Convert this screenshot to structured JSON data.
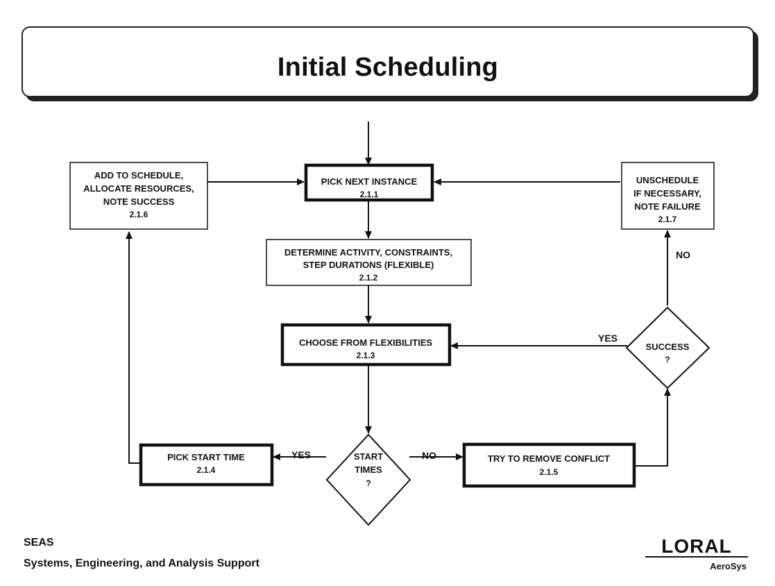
{
  "title": "Initial Scheduling",
  "footer": {
    "org": "SEAS",
    "subtitle": "Systems, Engineering, and Analysis Support",
    "logo_word": "LORAL",
    "logo_sub": "AeroSys"
  },
  "nodes": {
    "add_schedule": {
      "lines": [
        "ADD TO SCHEDULE,",
        "ALLOCATE RESOURCES,",
        "NOTE SUCCESS"
      ],
      "id": "2.1.6"
    },
    "pick_next": {
      "lines": [
        "PICK NEXT INSTANCE"
      ],
      "id": "2.1.1"
    },
    "unschedule": {
      "lines": [
        "UNSCHEDULE",
        "IF NECESSARY,",
        "NOTE FAILURE"
      ],
      "id": "2.1.7"
    },
    "determine": {
      "lines": [
        "DETERMINE ACTIVITY, CONSTRAINTS,",
        "STEP DURATIONS (FLEXIBLE)"
      ],
      "id": "2.1.2"
    },
    "choose": {
      "lines": [
        "CHOOSE FROM FLEXIBILITIES"
      ],
      "id": "2.1.3"
    },
    "success": {
      "lines": [
        "SUCCESS",
        "?"
      ]
    },
    "start_times": {
      "lines": [
        "START",
        "TIMES",
        "?"
      ]
    },
    "pick_start": {
      "lines": [
        "PICK START TIME"
      ],
      "id": "2.1.4"
    },
    "remove_conflict": {
      "lines": [
        "TRY TO REMOVE CONFLICT"
      ],
      "id": "2.1.5"
    }
  },
  "edge_labels": {
    "no_unschedule": "NO",
    "yes_choose": "YES",
    "yes_pick_start": "YES",
    "no_remove": "NO"
  }
}
